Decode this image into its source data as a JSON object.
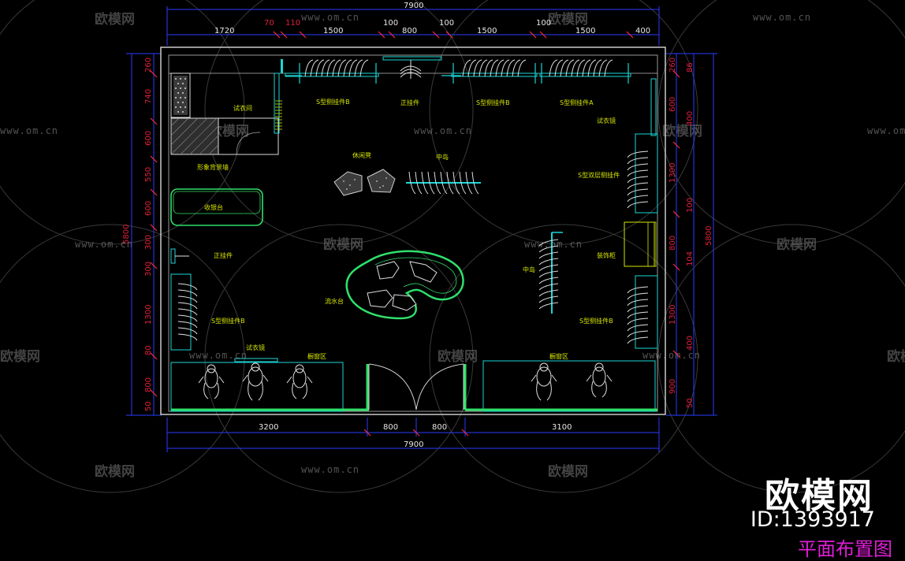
{
  "watermark": {
    "brand": "欧模网",
    "url": "www.om.cn"
  },
  "badge": {
    "brand": "欧模网",
    "id": "ID:1393917",
    "subtitle": "平面布置图"
  },
  "dims": {
    "top_total": "7900",
    "top": [
      "1720",
      "70",
      "110",
      "1500",
      "100",
      "800",
      "100",
      "1500",
      "100",
      "1500",
      "400"
    ],
    "bottom": [
      "3200",
      "800",
      "800",
      "3100"
    ],
    "bottom_total": "7900",
    "left_total": "5800",
    "left": [
      "260",
      "740",
      "600",
      "550",
      "600",
      "300",
      "300",
      "1300",
      "80",
      "800",
      "50"
    ],
    "right_total": "5800",
    "right": [
      "260",
      "86",
      "600",
      "400",
      "1300",
      "100",
      "800",
      "104",
      "1300",
      "400",
      "900",
      "50"
    ]
  },
  "labels": {
    "fitting_room": "试衣间",
    "s_side_hang_b": "S型侧挂件B",
    "front_hang": "正挂件",
    "s_side_hang_b2": "S型侧挂件B",
    "s_side_hang_a": "S型侧挂件A",
    "fitting_mirror": "试衣镜",
    "image_wall": "形象背景墙",
    "rest_seat": "休闲凳",
    "mid_island": "中岛",
    "double_side_hang": "S型双层侧挂件",
    "cashier": "收银台",
    "front_hang_left": "正挂件",
    "decor_cabinet": "装饰柜",
    "mid_island_right": "中岛",
    "flow_table": "流水台",
    "s_side_hang_left": "S型侧挂件B",
    "s_side_hang_right": "S型侧挂件B",
    "fitting_mirror_bottom": "试衣镜",
    "window_left": "橱窗区",
    "window_right": "橱窗区"
  }
}
